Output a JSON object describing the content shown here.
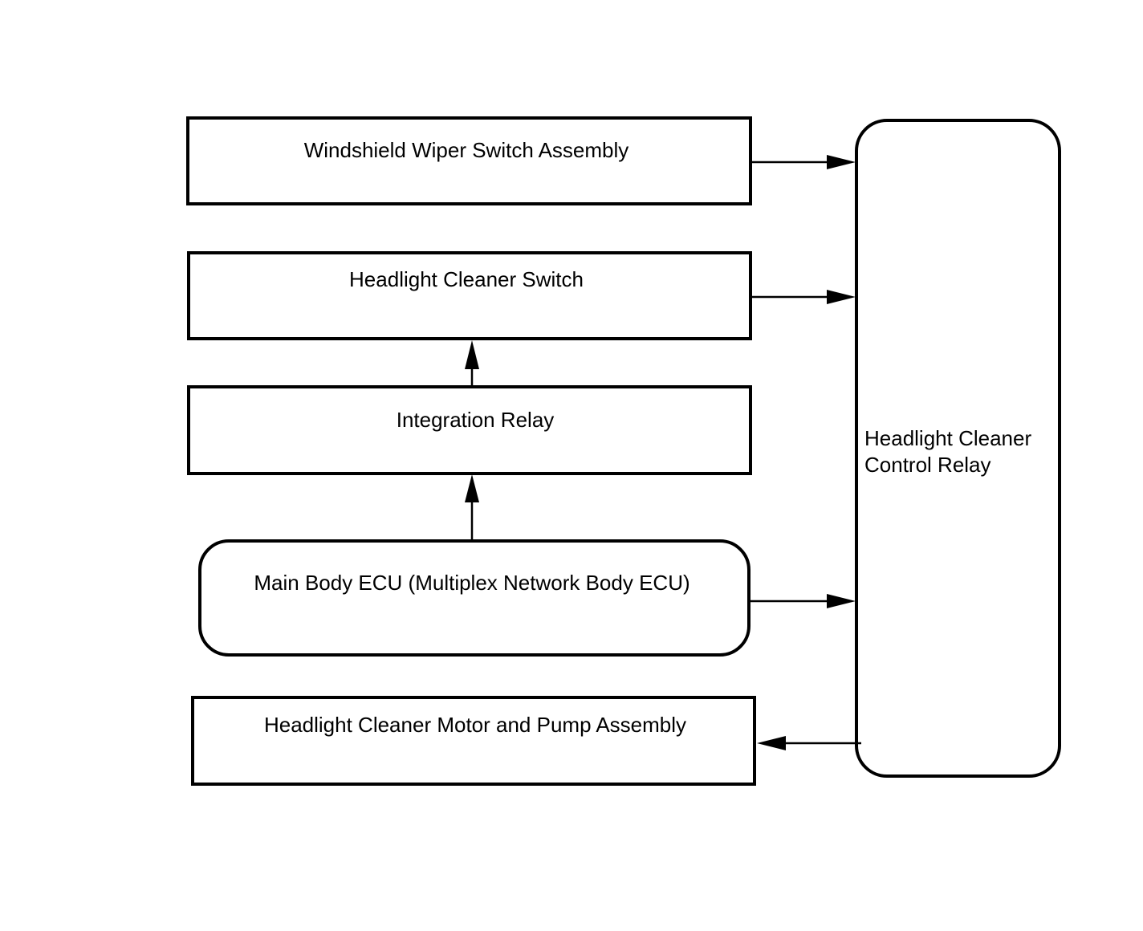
{
  "diagram": {
    "boxes": {
      "wiper_switch": {
        "label": "Windshield Wiper Switch Assembly"
      },
      "cleaner_switch": {
        "label": "Headlight Cleaner Switch"
      },
      "integration_relay": {
        "label": "Integration Relay"
      },
      "main_body_ecu": {
        "label": "Main Body ECU (Multiplex Network Body ECU)"
      },
      "motor_pump": {
        "label": "Headlight Cleaner Motor and Pump Assembly"
      },
      "control_relay": {
        "label_line1": "Headlight Cleaner",
        "label_line2": "Control Relay"
      }
    },
    "connections": [
      {
        "from": "Windshield Wiper Switch Assembly",
        "to": "Headlight Cleaner Control Relay"
      },
      {
        "from": "Headlight Cleaner Switch",
        "to": "Headlight Cleaner Control Relay"
      },
      {
        "from": "Integration Relay",
        "to": "Headlight Cleaner Switch"
      },
      {
        "from": "Main Body ECU (Multiplex Network Body ECU)",
        "to": "Integration Relay"
      },
      {
        "from": "Main Body ECU (Multiplex Network Body ECU)",
        "to": "Headlight Cleaner Control Relay"
      },
      {
        "from": "Headlight Cleaner Control Relay",
        "to": "Headlight Cleaner Motor and Pump Assembly"
      }
    ]
  }
}
